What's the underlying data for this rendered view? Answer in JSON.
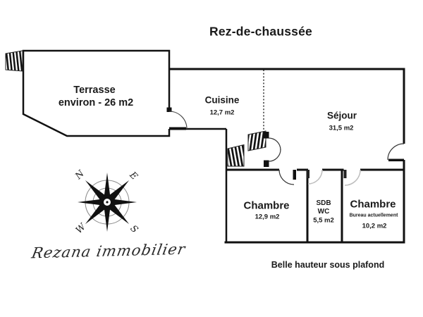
{
  "title": "Rez-de-chaussée",
  "rooms": {
    "terrasse": {
      "name": "Terrasse",
      "area": "environ - 26 m2"
    },
    "cuisine": {
      "name": "Cuisine",
      "area": "12,7 m2"
    },
    "sejour": {
      "name": "Séjour",
      "area": "31,5 m2"
    },
    "chambre_1": {
      "name": "Chambre",
      "area": "12,9 m2"
    },
    "sdb_wc": {
      "name_line1": "SDB",
      "name_line2": "WC",
      "area": "5,5 m2"
    },
    "chambre_2": {
      "name": "Chambre",
      "note": "Bureau actuellement",
      "area": "10,2 m2"
    }
  },
  "compass": {
    "north": "N",
    "east": "E",
    "south": "S",
    "west": "W"
  },
  "branding": {
    "agency_signature": "Rezana immobilier"
  },
  "footnote": "Belle hauteur sous plafond",
  "colors": {
    "wall": "#111111",
    "door_arc_dark": "#333333",
    "door_arc_light": "#bdbdbd",
    "background": "#ffffff"
  }
}
